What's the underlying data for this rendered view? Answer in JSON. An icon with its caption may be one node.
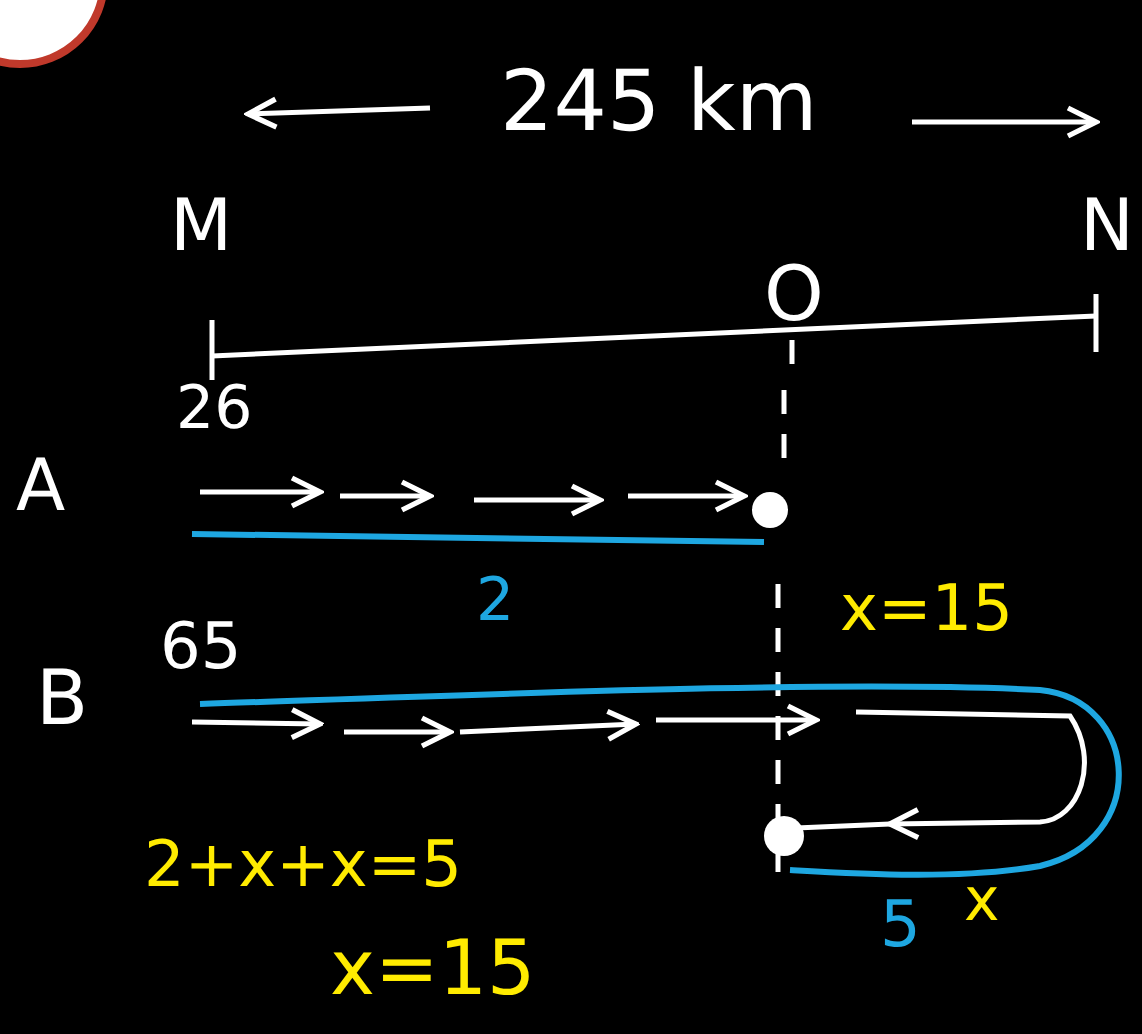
{
  "diagram": {
    "labels": [
      "245 km",
      "M",
      "N",
      "O",
      "A",
      "26",
      "2",
      "x=15",
      "B",
      "65",
      "2+x+x=5",
      "5",
      "x",
      "x=15"
    ]
  }
}
